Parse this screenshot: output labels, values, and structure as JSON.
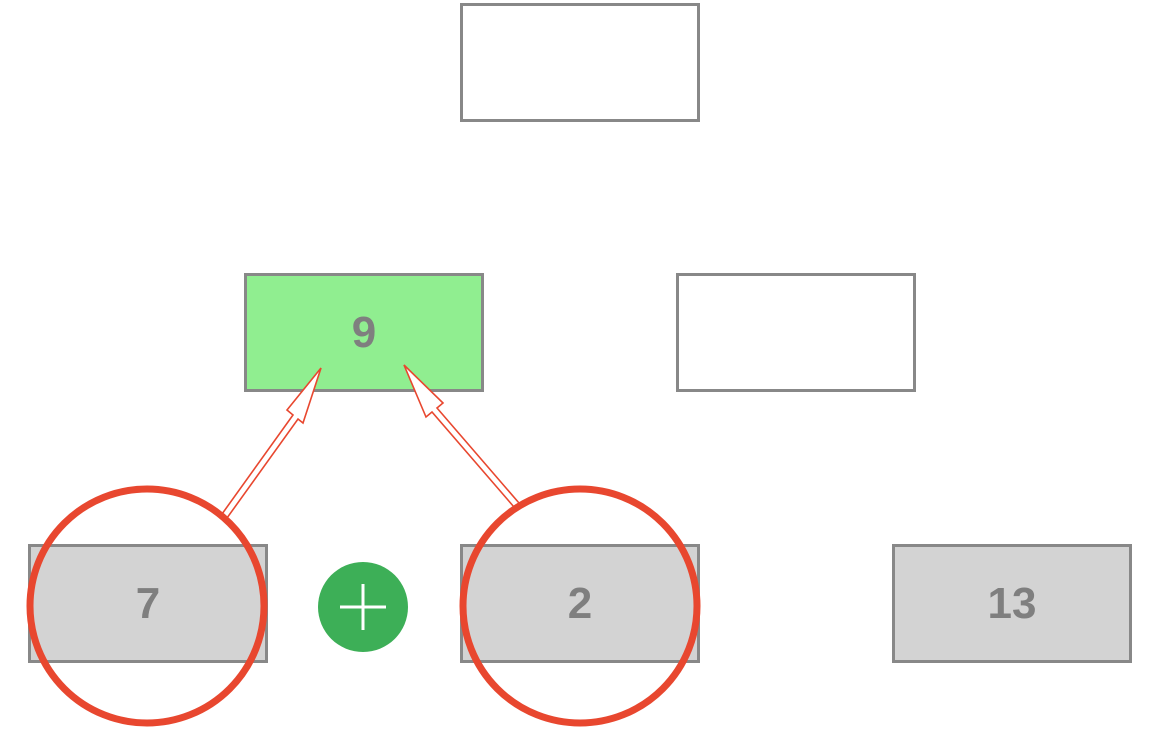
{
  "colors": {
    "border": "#888888",
    "text": "#7f7f7f",
    "empty_fill": "#ffffff",
    "leaf_fill": "#d3d3d3",
    "sum_fill": "#90ee90",
    "highlight": "#e8472f",
    "plus_button": "#3daf57",
    "plus_icon": "#ffffff"
  },
  "tree": {
    "root": {
      "value": "",
      "state": "empty"
    },
    "mid_left": {
      "value": "9",
      "state": "filled"
    },
    "mid_right": {
      "value": "",
      "state": "empty"
    },
    "leaves": [
      {
        "value": "7",
        "state": "selected"
      },
      {
        "value": "2",
        "state": "selected"
      },
      {
        "value": "13",
        "state": "unselected"
      }
    ]
  },
  "operation": {
    "icon": "plus-icon",
    "operator": "+"
  }
}
